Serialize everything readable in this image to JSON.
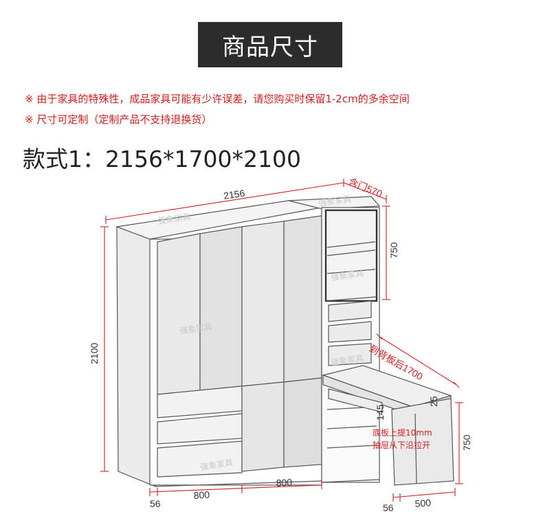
{
  "title": "商品尺寸",
  "notes": [
    "※ 由于家具的特殊性，成品家具可能有少许误差，请您购买时保留1-2cm的多余空间",
    "※ 尺寸可定制（定制产品不支持退换货）"
  ],
  "model_label": "款式1：2156*1700*2100",
  "dimensions": {
    "total_width": "2156",
    "height": "2100",
    "door_top": "含门570",
    "upper_glass": "750",
    "to_back": "到背板后1700",
    "desk_thickness": "25",
    "gap": "145",
    "desk_height": "750",
    "side_left": "56",
    "width_left": "800",
    "width_middle": "800",
    "side_right": "56",
    "desk_width": "500"
  },
  "annotation": {
    "line1": "底板上提10mm",
    "line2": "抽屉从下沿拉开"
  },
  "watermark": "强象家具",
  "colors": {
    "accent_red": "#d21e1e",
    "title_bg": "#2c2c2c"
  }
}
